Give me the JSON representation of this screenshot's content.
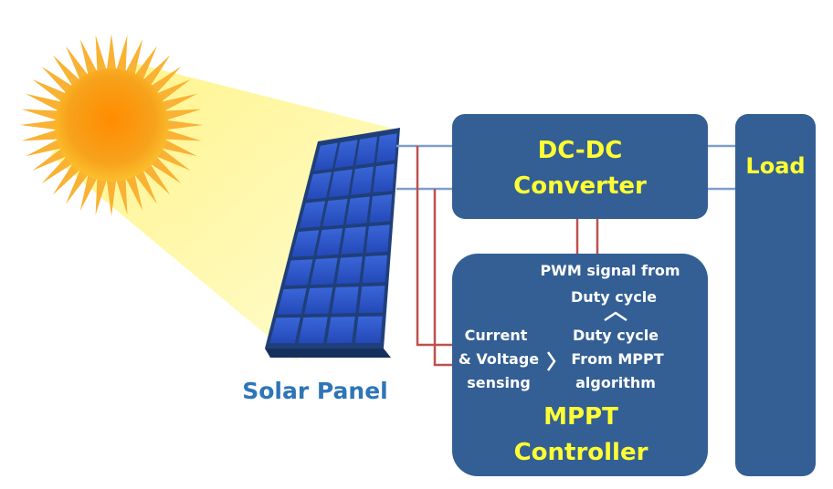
{
  "colors": {
    "box_fill": "#335f95",
    "title_text": "#ffff33",
    "body_text": "#ffffff",
    "panel_label": "#2e75b6",
    "power_wire": "#7f9fc9",
    "sense_wire": "#c0504d",
    "sun": "#f7a21b",
    "light_beam": "#fffa99"
  },
  "solar_panel": {
    "label": "Solar Panel"
  },
  "converter": {
    "title_line1": "DC-DC",
    "title_line2": "Converter"
  },
  "load": {
    "title": "Load"
  },
  "controller": {
    "pwm_line1": "PWM  signal from",
    "pwm_line2": "Duty cycle",
    "sense_line1": "Current",
    "sense_line2": "& Voltage",
    "sense_line3": "sensing",
    "algo_line1": "Duty cycle",
    "algo_line2": "From  MPPT",
    "algo_line3": "algorithm",
    "title_line1": "MPPT",
    "title_line2": "Controller"
  },
  "icons": {
    "sun": "sun-icon",
    "panel": "solar-panel-icon",
    "up_arrow": "chevron-up-icon",
    "right_arrow": "chevron-right-icon"
  }
}
